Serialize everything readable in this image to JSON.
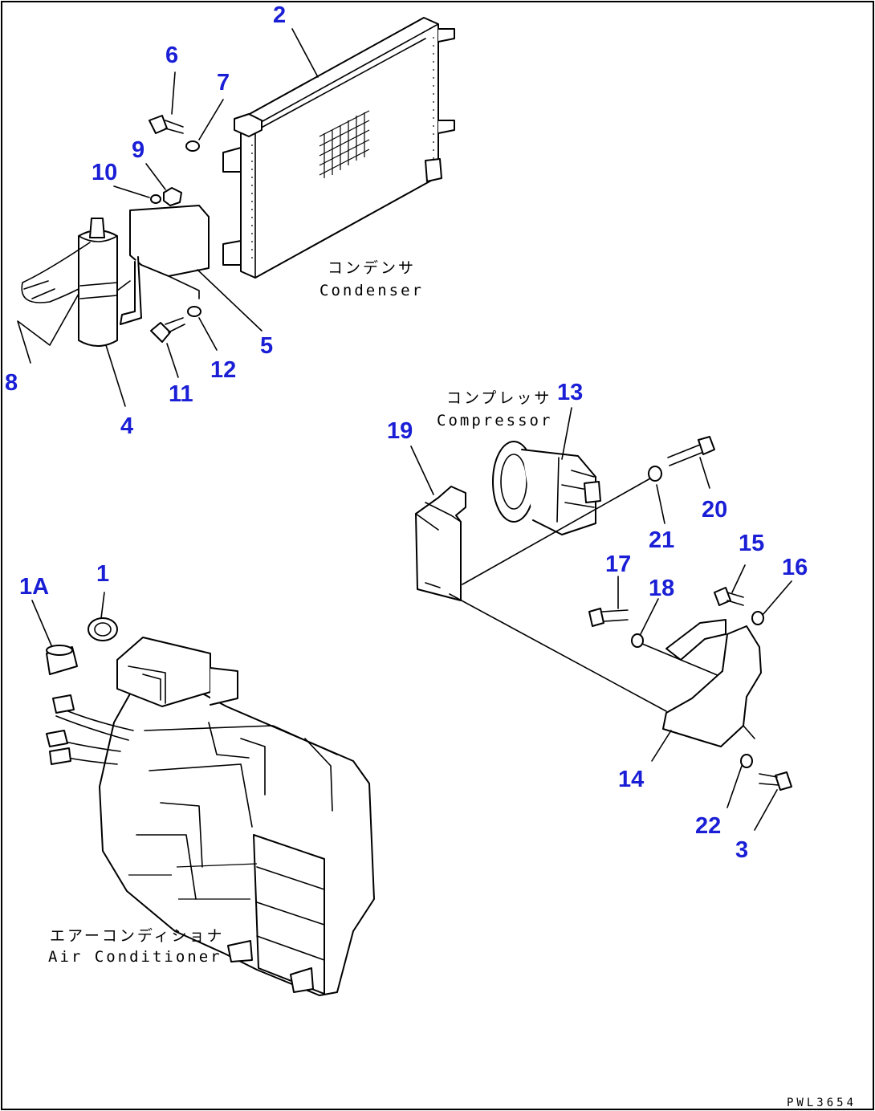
{
  "captions": {
    "condenser_jp": "コンデンサ",
    "condenser_en": "Condenser",
    "compressor_jp": "コンプレッサ",
    "compressor_en": "Compressor",
    "aircon_jp": "エアーコンディショナ",
    "aircon_en": "Air Conditioner"
  },
  "callouts": [
    "1",
    "1A",
    "2",
    "3",
    "4",
    "5",
    "6",
    "7",
    "8",
    "9",
    "10",
    "11",
    "12",
    "13",
    "14",
    "15",
    "16",
    "17",
    "18",
    "19",
    "20",
    "21",
    "22"
  ],
  "drawing_code": "PWL3654",
  "colors": {
    "callout": "#1a1fd6",
    "linework": "#000000"
  }
}
